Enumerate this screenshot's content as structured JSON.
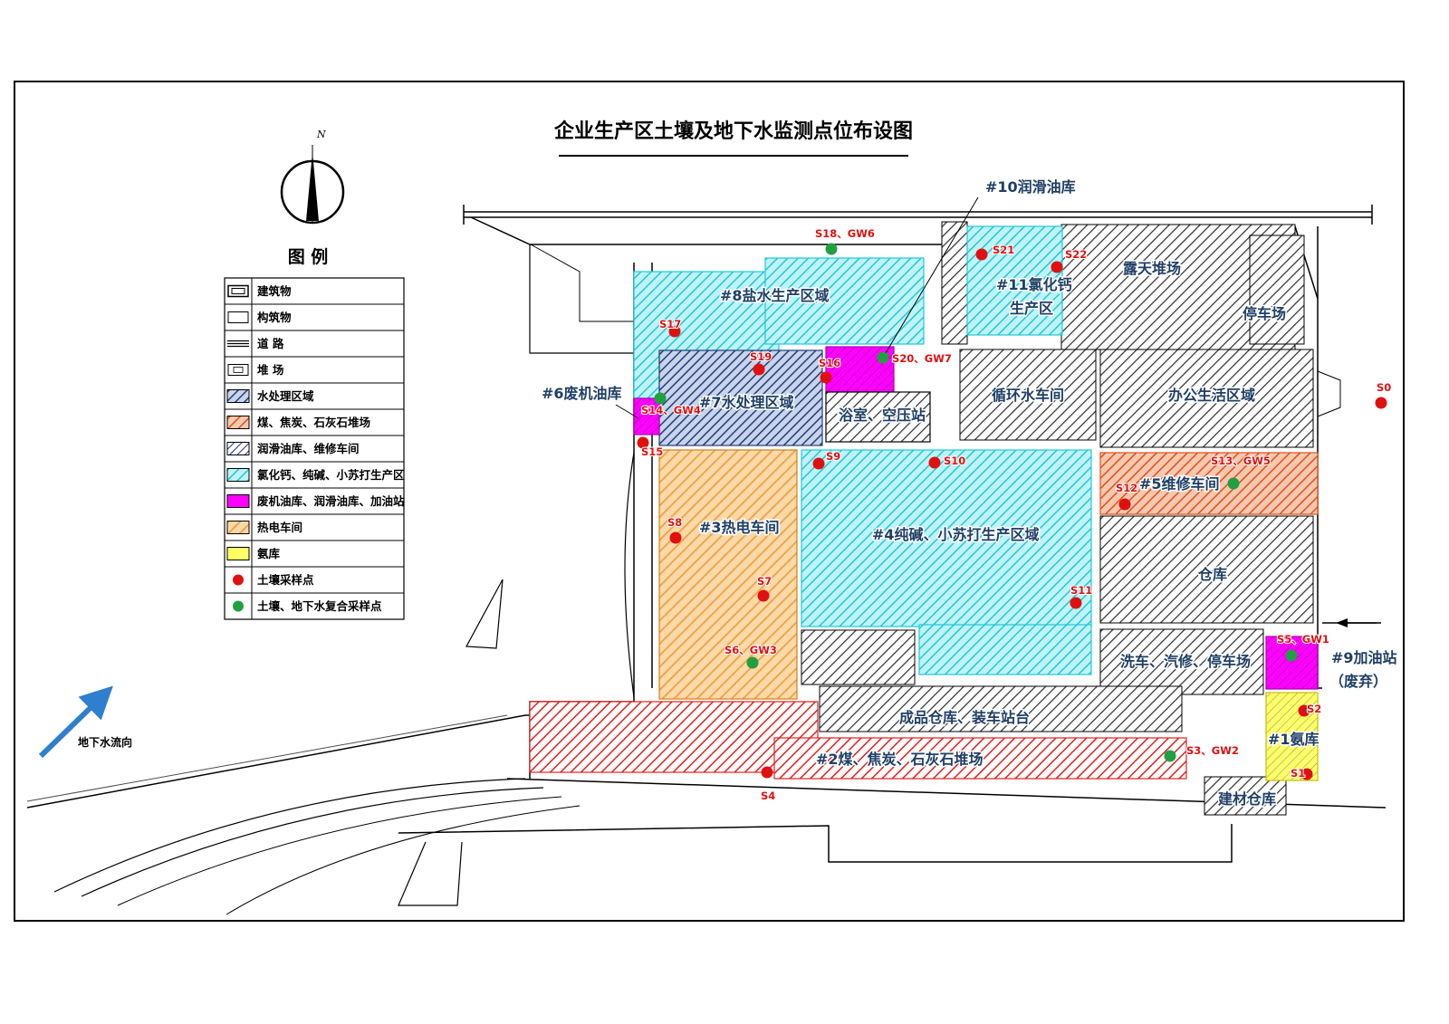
{
  "title": "企业生产区土壤及地下水监测点位布设图",
  "north_label": "N",
  "legend": {
    "heading": "图  例",
    "items": [
      {
        "label": "建筑物",
        "swatch": "building"
      },
      {
        "label": "构筑物",
        "swatch": "structure"
      },
      {
        "label": "道  路",
        "swatch": "road"
      },
      {
        "label": "堆  场",
        "swatch": "yard"
      },
      {
        "label": "水处理区域",
        "swatch": "hatch",
        "color": "#1f3f7a"
      },
      {
        "label": "煤、焦炭、石灰石堆场",
        "swatch": "hatch",
        "color": "#e0501a"
      },
      {
        "label": "润滑油库、维修车间",
        "swatch": "hatch",
        "color": "#1f2f9a"
      },
      {
        "label": "氯化钙、纯碱、小苏打生产区",
        "swatch": "hatch",
        "color": "#22c8d8"
      },
      {
        "label": "废机油库、润滑油库、加油站",
        "swatch": "solid",
        "color": "#ff00ff"
      },
      {
        "label": "热电车间",
        "swatch": "hatch",
        "color": "#f0a040"
      },
      {
        "label": "氨库",
        "swatch": "solid",
        "color": "#ffff66"
      },
      {
        "label": "土壤采样点",
        "swatch": "dot",
        "color": "#e01010"
      },
      {
        "label": "土壤、地下水复合采样点",
        "swatch": "dot",
        "color": "#20a040"
      }
    ]
  },
  "regions": {
    "r8": "#8盐水生产区域",
    "r10": "#10润滑油库",
    "r11a": "#11氯化钙",
    "r11b": "生产区",
    "lutian": "露天堆场",
    "tingche": "停车场",
    "r6": "#6废机油库",
    "r7": "#7水处理区域",
    "yushi": "浴室、空压站",
    "xunhuan": "循环水车间",
    "bangong": "办公生活区域",
    "r5": "#5维修车间",
    "r3": "#3热电车间",
    "r4": "#4纯碱、小苏打生产区域",
    "cangku": "仓库",
    "xiche": "洗车、汽修、停车场",
    "r9a": "#9加油站",
    "r9b": "（废弃）",
    "chengpin": "成品仓库、装车站台",
    "r2": "#2煤、焦炭、石灰石堆场",
    "r1": "#1氨库",
    "jiancai": "建材仓库"
  },
  "points": {
    "S0": "S0",
    "S1": "S1",
    "S2": "S2",
    "S3GW2": "S3、GW2",
    "S4": "S4",
    "S5GW1": "S5、GW1",
    "S6GW3": "S6、GW3",
    "S7": "S7",
    "S8": "S8",
    "S9": "S9",
    "S10": "S10",
    "S11": "S11",
    "S12": "S12",
    "S13GW5": "S13、GW5",
    "S14GW4": "S14、GW4",
    "S15": "S15",
    "S16": "S16",
    "S17": "S17",
    "S18GW6": "S18、GW6",
    "S19": "S19",
    "S20GW7": "S20、GW7",
    "S21": "S21",
    "S22": "S22"
  },
  "flow_label": "地下水流向",
  "colors": {
    "cyan": "#22c8d8",
    "navy": "#1f3f7a",
    "orange": "#f0a040",
    "red": "#e01010",
    "magenta": "#ff00ff",
    "yellow": "#ffff66",
    "green": "#20a040",
    "coal": "#e0501a",
    "arrow": "#2f7fcf"
  }
}
